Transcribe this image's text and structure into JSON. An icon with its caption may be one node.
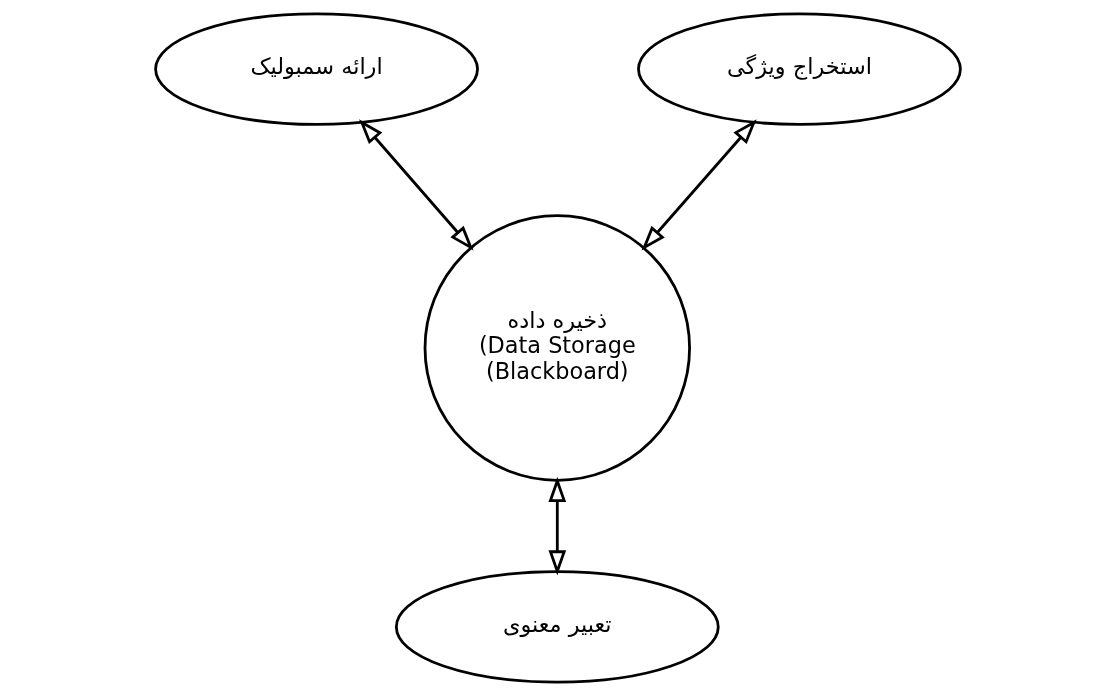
{
  "diagram": {
    "nodes": [
      {
        "text": [
          "ارائه سمبولیک"
        ]
      },
      {
        "text": [
          "استخراج ویژگی"
        ]
      },
      {
        "text": [
          "ذخیره داده",
          "(Data Storage",
          "(Blackboard)"
        ]
      },
      {
        "text": [
          "تعبیر معنوی"
        ]
      }
    ],
    "edges": [
      {
        "from": 0,
        "to": 2,
        "arrow": "both"
      },
      {
        "from": 1,
        "to": 2,
        "arrow": "both"
      },
      {
        "from": 2,
        "to": 3,
        "arrow": "both"
      }
    ]
  }
}
